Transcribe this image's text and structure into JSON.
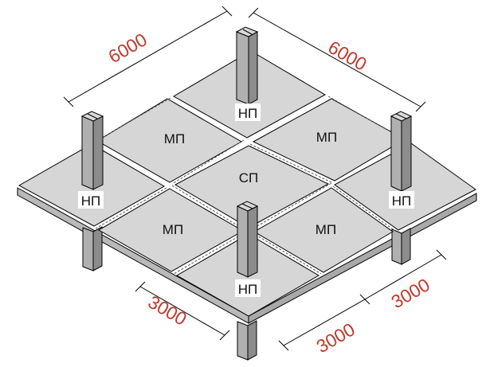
{
  "diagram": {
    "colors": {
      "slab_top": "#d6d6d6",
      "slab_edge": "#b9b9b9",
      "column_front": "#b0b0b0",
      "column_side": "#8c8c8c",
      "column_top": "#d9d9d9",
      "line": "#000000",
      "dimension_text": "#c0392b",
      "label_bg": "#ffffff"
    },
    "panel_labels": {
      "corner_top": "НП",
      "corner_left": "НП",
      "corner_right": "НП",
      "corner_bottom": "НП",
      "mid_upper_left": "МП",
      "mid_upper_right": "МП",
      "mid_lower_left": "МП",
      "mid_lower_right": "МП",
      "center": "СП"
    },
    "dimensions": {
      "top_left": "6000",
      "top_right": "6000",
      "bottom_left": "3000",
      "bottom_right_lower": "3000",
      "bottom_right_upper": "3000"
    }
  }
}
